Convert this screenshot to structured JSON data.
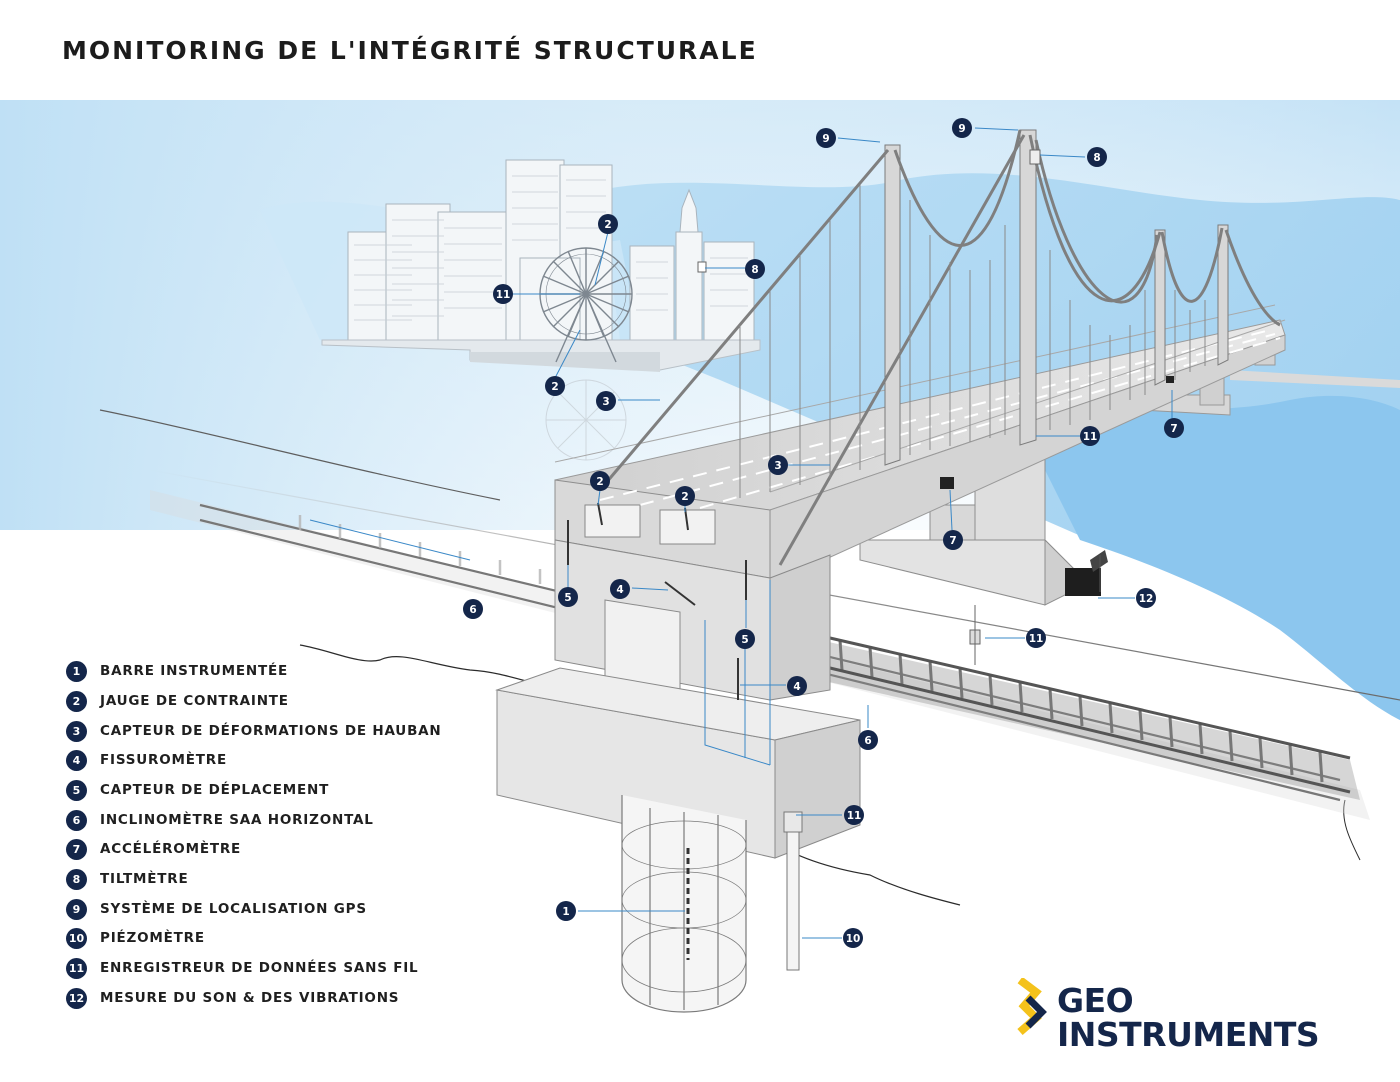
{
  "title": "MONITORING DE L'INTÉGRITÉ STRUCTURALE",
  "legend": [
    {
      "num": "1",
      "label": "BARRE INSTRUMENTÉE"
    },
    {
      "num": "2",
      "label": "JAUGE DE CONTRAINTE"
    },
    {
      "num": "3",
      "label": "CAPTEUR DE DÉFORMATIONS DE HAUBAN"
    },
    {
      "num": "4",
      "label": "FISSUROMÈTRE"
    },
    {
      "num": "5",
      "label": "CAPTEUR DE DÉPLACEMENT"
    },
    {
      "num": "6",
      "label": "INCLINOMÈTRE SAA HORIZONTAL"
    },
    {
      "num": "7",
      "label": "ACCÉLÉROMÈTRE"
    },
    {
      "num": "8",
      "label": "TILTMÈTRE"
    },
    {
      "num": "9",
      "label": "SYSTÈME DE LOCALISATION GPS"
    },
    {
      "num": "10",
      "label": "PIÉZOMÈTRE"
    },
    {
      "num": "11",
      "label": "ENREGISTREUR DE DONNÉES SANS FIL"
    },
    {
      "num": "12",
      "label": "MESURE DU SON & DES VIBRATIONS"
    }
  ],
  "callouts": [
    "9",
    "9",
    "8",
    "2",
    "8",
    "11",
    "2",
    "3",
    "3",
    "11",
    "7",
    "2",
    "2",
    "7",
    "5",
    "4",
    "5",
    "6",
    "12",
    "11",
    "4",
    "6",
    "11",
    "1",
    "10"
  ],
  "logo": {
    "line1": "GEO",
    "line2": "INSTRUMENTS"
  },
  "colors": {
    "badge": "#14264a",
    "sky": "#d6ebf8",
    "water": "#a9d6f2",
    "concrete": "#dcdcdc",
    "logo_yellow": "#f4c21b"
  }
}
